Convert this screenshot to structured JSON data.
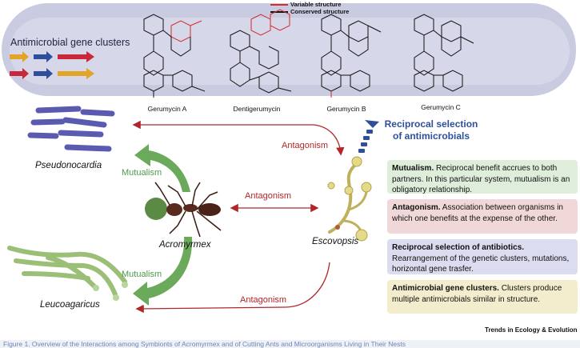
{
  "panel": {
    "label": "Antimicrobial gene clusters",
    "legend": [
      {
        "label": "Variable structure",
        "color": "#d42a2a"
      },
      {
        "label": "Conserved structure",
        "color": "#111111"
      }
    ],
    "molecules": [
      "Gerumycin A",
      "Dentigerumycin",
      "Gerumycin B",
      "Gerumycin C"
    ]
  },
  "network": {
    "nodes": {
      "pseudonocardia": "Pseudonocardia",
      "acromyrmex": "Acromyrmex",
      "escovopsis": "Escovopsis",
      "leucoagaricus": "Leucoagaricus"
    },
    "edges": {
      "antagonism_top": "Antagonism",
      "antagonism_mid": "Antagonism",
      "antagonism_bottom": "Antagonism",
      "mutualism_top": "Mutualism",
      "mutualism_bottom": "Mutualism"
    },
    "reciprocal_label": "Reciprocal selection of antimicrobials"
  },
  "definitions": [
    {
      "term": "Mutualism.",
      "text": " Reciprocal benefit accrues to both partners. In this particular system, mutualism is an obligatory relationship."
    },
    {
      "term": "Antagonism.",
      "text": " Association between organisms in which one benefits at the expense of the other."
    },
    {
      "term": "Reciprocal selection of antibiotics.",
      "text": " Rearrangement of the genetic clusters, mutations, horizontal gene trasfer."
    },
    {
      "term": "Antimicrobial gene clusters.",
      "text": " Clusters produce multiple antimicrobials similar in structure."
    }
  ],
  "journal": "Trends in Ecology & Evolution",
  "caption": "Figure 1. Overview of the Interactions among Symbionts of Acromyrmex and of Cutting Ants and Microorganisms Living in Their Nests",
  "colors": {
    "antagonism": "#b2262b",
    "mutualism": "#4d9a4a",
    "reciprocal": "#2f4f9c",
    "box_mutualism": "#dfeddb",
    "box_antagonism": "#f1d8d8",
    "box_reciprocal": "#dcdcf0",
    "box_clusters": "#f4edcd"
  }
}
